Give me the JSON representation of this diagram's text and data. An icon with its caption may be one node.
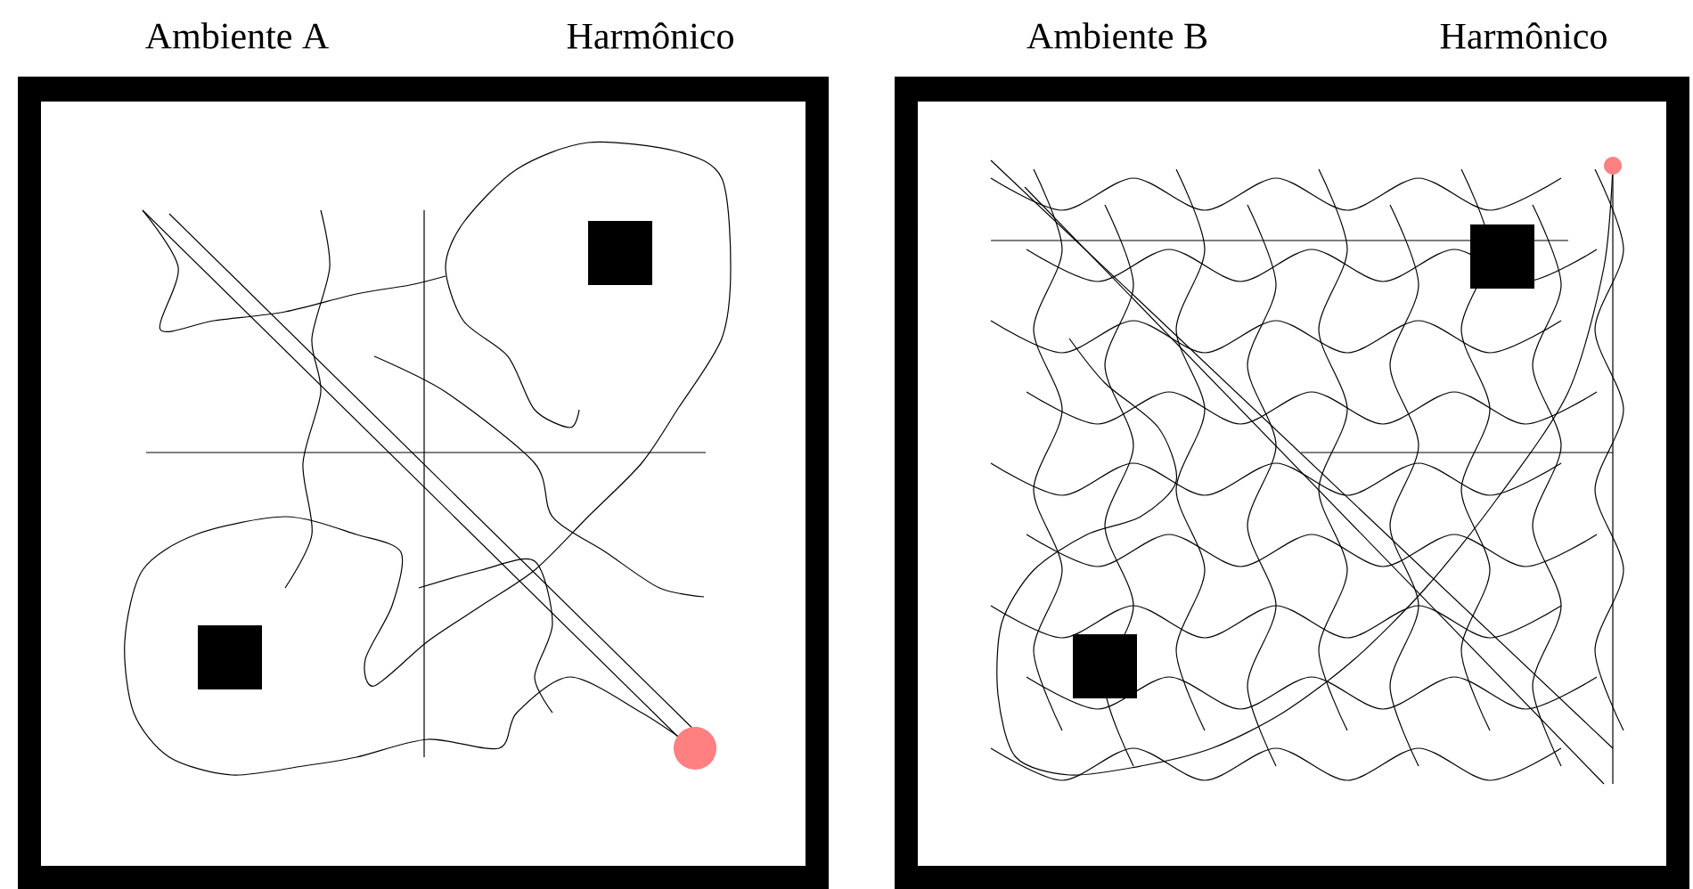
{
  "diagram": {
    "labels": [
      "Ambiente A",
      "Harmônico",
      "Ambiente B",
      "Harmônico"
    ]
  }
}
